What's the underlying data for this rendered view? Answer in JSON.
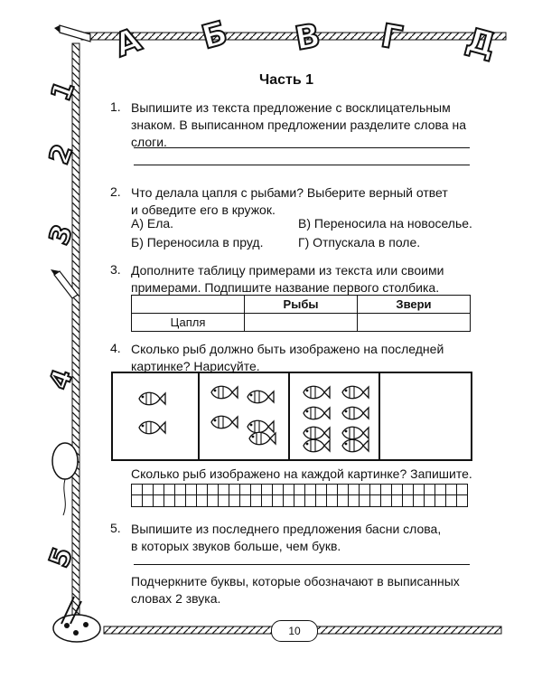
{
  "alphabet": [
    "А",
    "Б",
    "В",
    "Г",
    "Д"
  ],
  "digits": [
    "1",
    "2",
    "3",
    "4",
    "5"
  ],
  "title": "Часть 1",
  "q1": {
    "num": "1.",
    "lines": [
      "Выпишите из текста предложение с восклицательным",
      "знаком. В выписанном предложении разделите слова на",
      "слоги."
    ]
  },
  "q2": {
    "num": "2.",
    "lines": [
      "Что делала цапля с рыбами? Выберите верный ответ",
      "и обведите его в кружок."
    ],
    "options": [
      "А) Ела.",
      "В) Переносила на новоселье.",
      "Б) Переносила в пруд.",
      "Г) Отпускала в поле."
    ]
  },
  "q3": {
    "num": "3.",
    "lines": [
      "Дополните таблицу примерами из текста или своими",
      "примерами. Подпишите название первого столбика."
    ],
    "table": {
      "headers": [
        "",
        "Рыбы",
        "Звери"
      ],
      "row_label": "Цапля"
    }
  },
  "q4": {
    "num": "4.",
    "lines": [
      "Сколько рыб должно быть изображено на последней",
      "картинке? Нарисуйте."
    ],
    "fish_counts": [
      2,
      5,
      8,
      0
    ],
    "sub": "Сколько рыб изображено на каждой картинке? Запишите."
  },
  "q5": {
    "num": "5.",
    "lines": [
      "Выпишите из последнего предложения басни слова,",
      "в которых звуков больше, чем букв."
    ],
    "sub_lines": [
      "Подчеркните буквы, которые обозначают в выписанных",
      "словах 2 звука."
    ]
  },
  "page_number": "10"
}
